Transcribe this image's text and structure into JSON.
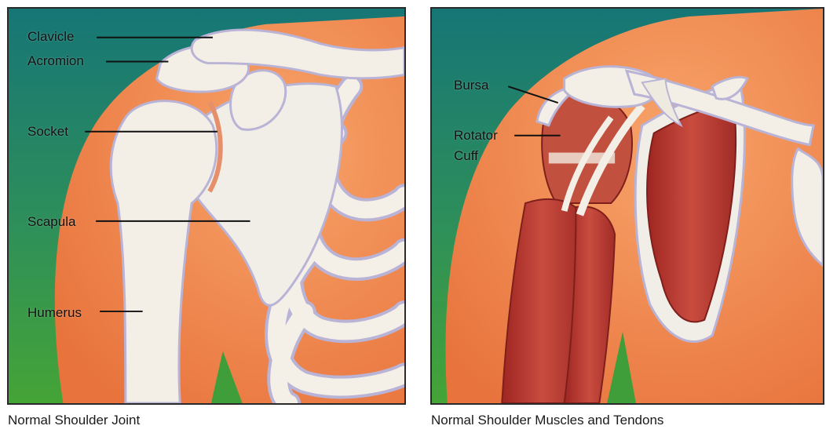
{
  "left_panel": {
    "caption": "Normal Shoulder Joint",
    "labels": {
      "clavicle": "Clavicle",
      "acromion": "Acromion",
      "socket": "Socket",
      "scapula": "Scapula",
      "humerus": "Humerus"
    }
  },
  "right_panel": {
    "caption": "Normal Shoulder Muscles and Tendons",
    "labels": {
      "bursa": "Bursa",
      "rotator_cuff_line1": "Rotator",
      "rotator_cuff_line2": "Cuff"
    }
  },
  "colors": {
    "background_teal": "#1f7a7a",
    "background_green": "#3f9e3a",
    "skin": "#f08a50",
    "bone": "#f3efe6",
    "bone_outline": "#b9b3d6",
    "muscle": "#b8332d"
  }
}
